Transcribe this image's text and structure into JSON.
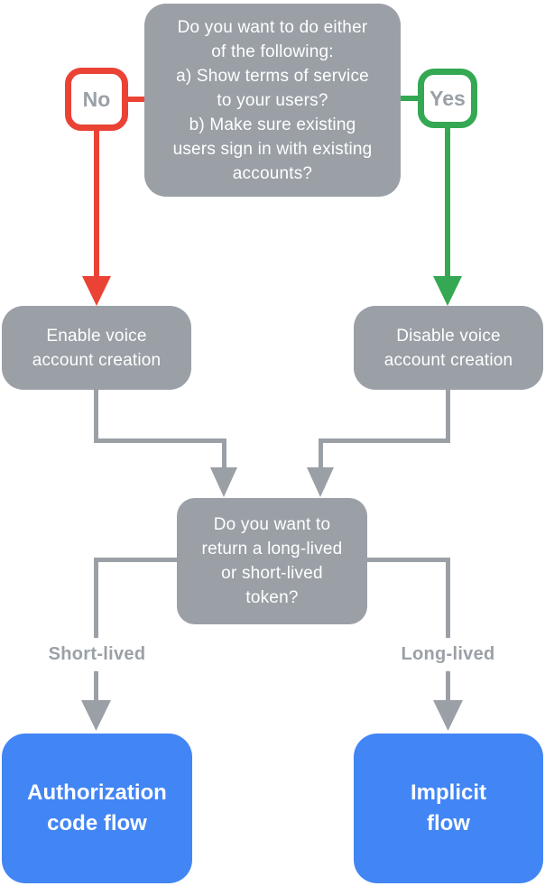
{
  "colors": {
    "gray": "#9AA0A6",
    "red": "#EA4335",
    "green": "#34A853",
    "blue": "#4285F4",
    "white": "#FFFFFF",
    "label_text": "#9AA0A6"
  },
  "flowchart": {
    "question1": "Do you want to do either\nof the following:\na) Show terms of service\nto your users?\nb) Make sure existing\nusers sign in with existing\naccounts?",
    "no_label": "No",
    "yes_label": "Yes",
    "enable_node": "Enable voice\naccount creation",
    "disable_node": "Disable voice\naccount creation",
    "question2": "Do you want to\nreturn a long-lived\nor short-lived\ntoken?",
    "short_lived_label": "Short-lived",
    "long_lived_label": "Long-lived",
    "auth_code_node": "Authorization\ncode flow",
    "implicit_node": "Implicit\nflow"
  }
}
